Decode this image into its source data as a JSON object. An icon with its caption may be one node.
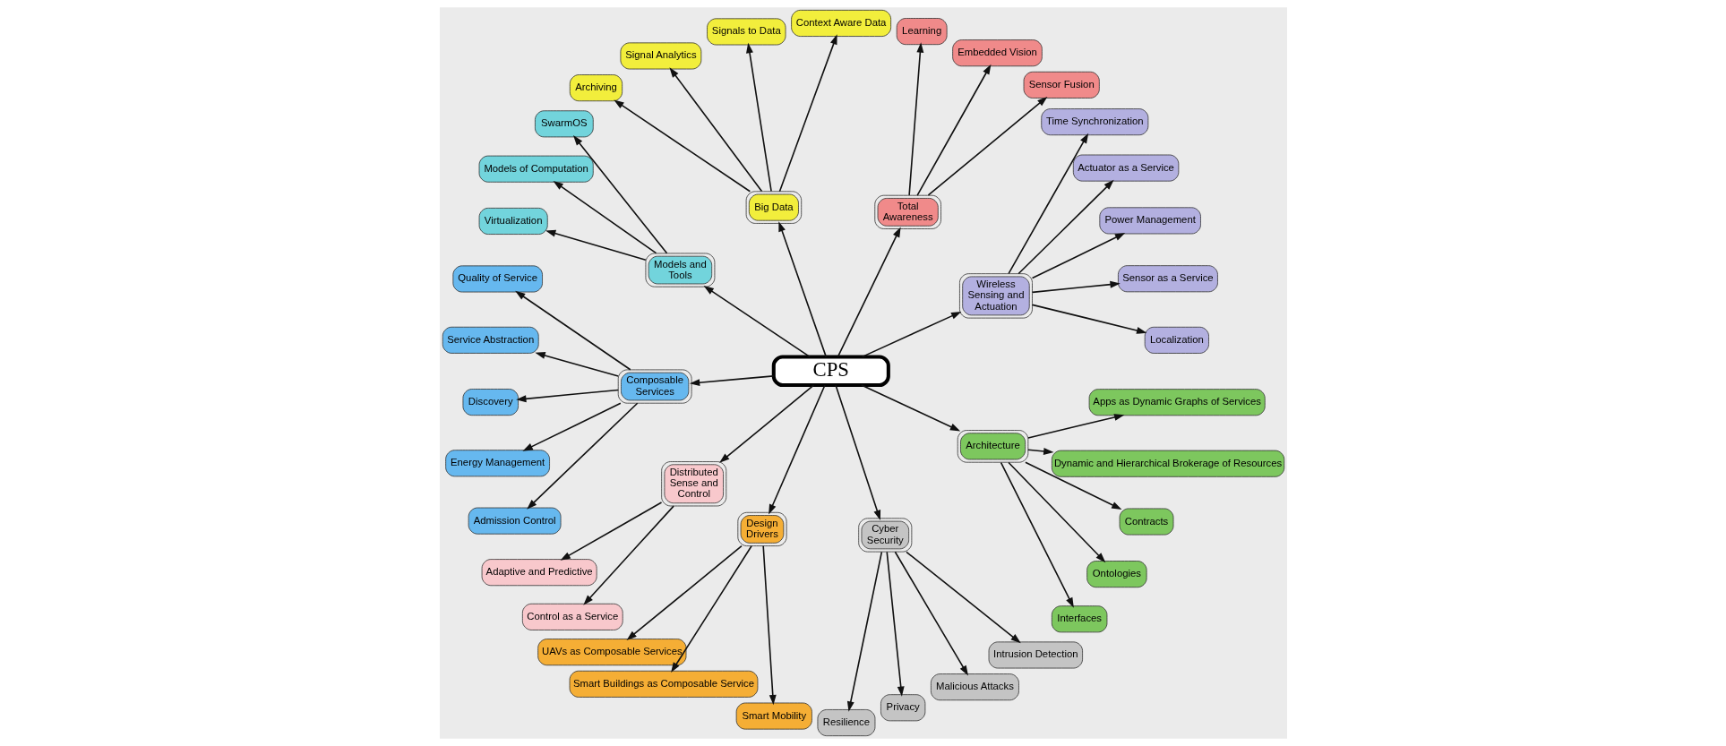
{
  "diagram": {
    "nodes": [
      {
        "text": [
          "CPS"
        ]
      },
      {
        "text": [
          "Wireless Sensing and Actuation"
        ]
      },
      {
        "text": [
          "Localization"
        ]
      },
      {
        "text": [
          "Sensor as a Service"
        ]
      },
      {
        "text": [
          "Power Management"
        ]
      },
      {
        "text": [
          "Actuator as a Service"
        ]
      },
      {
        "text": [
          "Time Synchronization"
        ]
      },
      {
        "text": [
          "Total Awareness"
        ]
      },
      {
        "text": [
          "Sensor Fusion"
        ]
      },
      {
        "text": [
          "Embedded Vision"
        ]
      },
      {
        "text": [
          "Learning"
        ]
      },
      {
        "text": [
          "Big Data"
        ]
      },
      {
        "text": [
          "Context Aware Data"
        ]
      },
      {
        "text": [
          "Signals to Data"
        ]
      },
      {
        "text": [
          "Signal Analytics"
        ]
      },
      {
        "text": [
          "Archiving"
        ]
      },
      {
        "text": [
          "Models and Tools"
        ]
      },
      {
        "text": [
          "SwarmOS"
        ]
      },
      {
        "text": [
          "Models of Computation"
        ]
      },
      {
        "text": [
          "Virtualization"
        ]
      },
      {
        "text": [
          "Composable Services"
        ]
      },
      {
        "text": [
          "Quality of Service"
        ]
      },
      {
        "text": [
          "Service Abstraction"
        ]
      },
      {
        "text": [
          "Discovery"
        ]
      },
      {
        "text": [
          "Energy Management"
        ]
      },
      {
        "text": [
          "Admission Control"
        ]
      },
      {
        "text": [
          "Distributed Sense and Control"
        ]
      },
      {
        "text": [
          "Adaptive and Predictive"
        ]
      },
      {
        "text": [
          "Control as a Service"
        ]
      },
      {
        "text": [
          "Design Drivers"
        ]
      },
      {
        "text": [
          "UAVs as Composable Services"
        ]
      },
      {
        "text": [
          "Smart Buildings as Composable Service"
        ]
      },
      {
        "text": [
          "Smart Mobility"
        ]
      },
      {
        "text": [
          "Cyber Security"
        ]
      },
      {
        "text": [
          "Resilience"
        ]
      },
      {
        "text": [
          "Privacy"
        ]
      },
      {
        "text": [
          "Malicious Attacks"
        ]
      },
      {
        "text": [
          "Intrusion Detection"
        ]
      },
      {
        "text": [
          "Architecture"
        ]
      },
      {
        "text": [
          "Interfaces"
        ]
      },
      {
        "text": [
          "Ontologies"
        ]
      },
      {
        "text": [
          "Contracts"
        ]
      },
      {
        "text": [
          "Dynamic and Hierarchical Brokerage of Resources"
        ]
      },
      {
        "text": [
          "Apps as Dynamic Graphs of Services"
        ]
      }
    ],
    "edges": [
      {
        "from": 0,
        "to": 1,
        "arrow": "to"
      },
      {
        "from": 1,
        "to": 2,
        "arrow": "to"
      },
      {
        "from": 1,
        "to": 3,
        "arrow": "to"
      },
      {
        "from": 1,
        "to": 4,
        "arrow": "to"
      },
      {
        "from": 1,
        "to": 5,
        "arrow": "to"
      },
      {
        "from": 1,
        "to": 6,
        "arrow": "to"
      },
      {
        "from": 0,
        "to": 7,
        "arrow": "to"
      },
      {
        "from": 7,
        "to": 8,
        "arrow": "to"
      },
      {
        "from": 7,
        "to": 9,
        "arrow": "to"
      },
      {
        "from": 7,
        "to": 10,
        "arrow": "to"
      },
      {
        "from": 0,
        "to": 11,
        "arrow": "to"
      },
      {
        "from": 11,
        "to": 12,
        "arrow": "to"
      },
      {
        "from": 11,
        "to": 13,
        "arrow": "to"
      },
      {
        "from": 11,
        "to": 14,
        "arrow": "to"
      },
      {
        "from": 11,
        "to": 15,
        "arrow": "to"
      },
      {
        "from": 0,
        "to": 16,
        "arrow": "to"
      },
      {
        "from": 16,
        "to": 17,
        "arrow": "to"
      },
      {
        "from": 16,
        "to": 18,
        "arrow": "to"
      },
      {
        "from": 16,
        "to": 19,
        "arrow": "to"
      },
      {
        "from": 0,
        "to": 20,
        "arrow": "to"
      },
      {
        "from": 20,
        "to": 21,
        "arrow": "to"
      },
      {
        "from": 20,
        "to": 22,
        "arrow": "to"
      },
      {
        "from": 20,
        "to": 23,
        "arrow": "to"
      },
      {
        "from": 20,
        "to": 24,
        "arrow": "to"
      },
      {
        "from": 20,
        "to": 25,
        "arrow": "to"
      },
      {
        "from": 0,
        "to": 26,
        "arrow": "to"
      },
      {
        "from": 26,
        "to": 27,
        "arrow": "to"
      },
      {
        "from": 26,
        "to": 28,
        "arrow": "to"
      },
      {
        "from": 0,
        "to": 29,
        "arrow": "to"
      },
      {
        "from": 29,
        "to": 30,
        "arrow": "to"
      },
      {
        "from": 29,
        "to": 31,
        "arrow": "to"
      },
      {
        "from": 29,
        "to": 32,
        "arrow": "to"
      },
      {
        "from": 0,
        "to": 33,
        "arrow": "to"
      },
      {
        "from": 33,
        "to": 34,
        "arrow": "to"
      },
      {
        "from": 33,
        "to": 35,
        "arrow": "to"
      },
      {
        "from": 33,
        "to": 36,
        "arrow": "to"
      },
      {
        "from": 33,
        "to": 37,
        "arrow": "to"
      },
      {
        "from": 0,
        "to": 38,
        "arrow": "to"
      },
      {
        "from": 38,
        "to": 39,
        "arrow": "to"
      },
      {
        "from": 38,
        "to": 40,
        "arrow": "to"
      },
      {
        "from": 38,
        "to": 41,
        "arrow": "to"
      },
      {
        "from": 38,
        "to": 42,
        "arrow": "to"
      },
      {
        "from": 38,
        "to": 43,
        "arrow": "to"
      }
    ]
  }
}
